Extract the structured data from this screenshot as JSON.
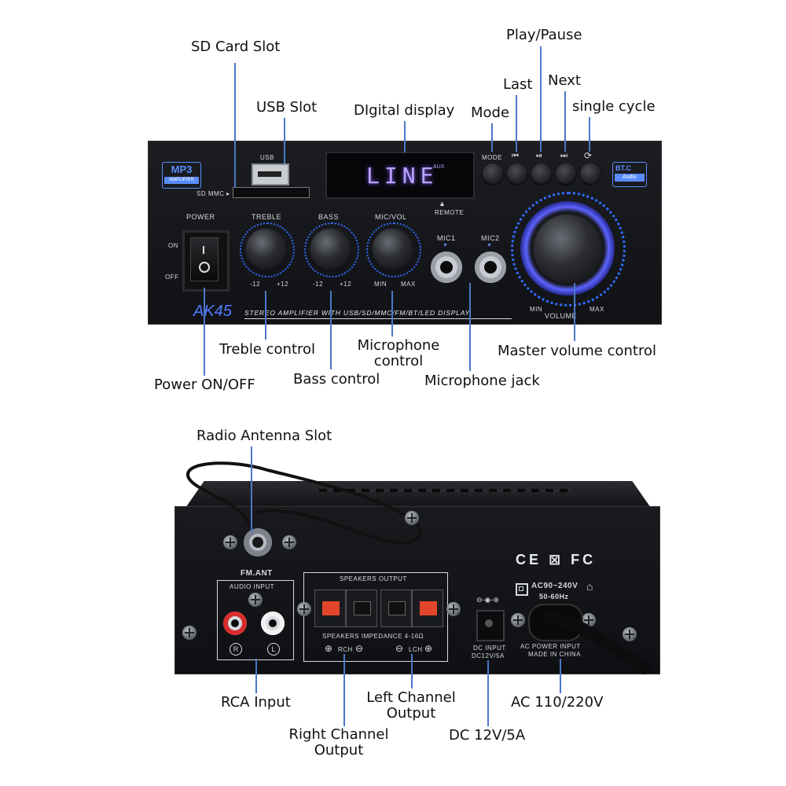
{
  "callouts": {
    "sd_card_slot": "SD Card Slot",
    "usb_slot": "USB Slot",
    "digital_display": "DIgital display",
    "mode": "Mode",
    "last": "Last",
    "play_pause": "Play/Pause",
    "next": "Next",
    "single_cycle": "single cycle",
    "treble_control": "Treble control",
    "power_on_off": "Power ON/OFF",
    "bass_control": "Bass control",
    "microphone_control_line1": "Microphone",
    "microphone_control_line2": "control",
    "microphone_jack": "Microphone jack",
    "master_volume_control": "Master volume control",
    "radio_antenna_slot": "Radio Antenna Slot",
    "rca_input": "RCA Input",
    "right_channel_line1": "Right Channel",
    "right_channel_line2": "Output",
    "left_channel_line1": "Left Channel",
    "left_channel_line2": "Output",
    "dc_12v": "DC 12V/5A",
    "ac_110_220": "AC 110/220V"
  },
  "front_panel": {
    "mp3_badge": "MP3",
    "amplifier_badge": "AMPLIFIER",
    "usb_label": "USB",
    "sd_mmc_label": "SD MMC ▸",
    "display_text": "LINE",
    "display_aux": "AUX",
    "remote_label": "REMOTE",
    "power_label": "POWER",
    "on_label": "ON",
    "off_label": "OFF",
    "treble_label": "TREBLE",
    "bass_label": "BASS",
    "micvol_label": "MIC/VOL",
    "mic1_label": "MIC1",
    "mic2_label": "MIC2",
    "minus12": "-12",
    "plus12": "+12",
    "min_label": "MIN",
    "max_label": "MAX",
    "mode_btn": "MODE",
    "bt_badge": "BT.C",
    "audio_badge": "Audio",
    "model": "AK45",
    "tagline": "STEREO AMPLIFIER WITH USB/SD/MMC/FM/BT/LED DISPLAY",
    "volume_label": "VOLUME"
  },
  "rear_panel": {
    "fm_ant": "FM.ANT",
    "audio_input": "AUDIO INPUT",
    "r_label": "R",
    "l_label": "L",
    "speakers_output": "SPEAKERS OUTPUT",
    "speakers_impedance": "SPEAKERS IMPEDANCE 4-16Ω",
    "rch": "RCH",
    "lch": "LCH",
    "cert_marks": "CE ⊠ FC",
    "ac_range": "AC90~240V",
    "ac_freq": "50-60Hz",
    "dc_input": "DC INPUT",
    "dc_rating": "DC12V/5A",
    "ac_power": "AC POWER INPUT",
    "made_in": "MADE IN CHINA"
  },
  "colors": {
    "callout_line": "#4a78c8",
    "led_blue": "#2f6bff",
    "display_purple": "#b9a2ff",
    "panel_dark": "#15161a"
  }
}
